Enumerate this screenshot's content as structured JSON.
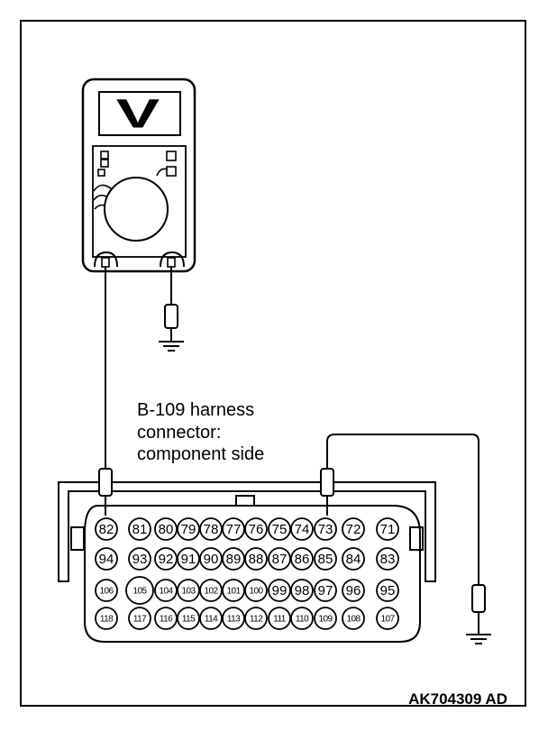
{
  "diagram": {
    "caption_lines": [
      "B-109 harness",
      "connector:",
      "component side"
    ],
    "figure_code": "AK704309 AD",
    "meter_symbol": "V",
    "connector": {
      "rows": [
        [
          "82",
          "81",
          "80",
          "79",
          "78",
          "77",
          "76",
          "75",
          "74",
          "73",
          "72",
          "71"
        ],
        [
          "94",
          "93",
          "92",
          "91",
          "90",
          "89",
          "88",
          "87",
          "86",
          "85",
          "84",
          "83"
        ],
        [
          "106",
          "105",
          "104",
          "103",
          "102",
          "101",
          "100",
          "99",
          "98",
          "97",
          "96",
          "95"
        ],
        [
          "118",
          "117",
          "116",
          "115",
          "114",
          "113",
          "112",
          "111",
          "110",
          "109",
          "108",
          "107"
        ]
      ],
      "probe_pins": [
        "82",
        "73"
      ]
    },
    "icons": [
      "multimeter-icon",
      "ground-icon",
      "probe-plug-icon"
    ]
  }
}
